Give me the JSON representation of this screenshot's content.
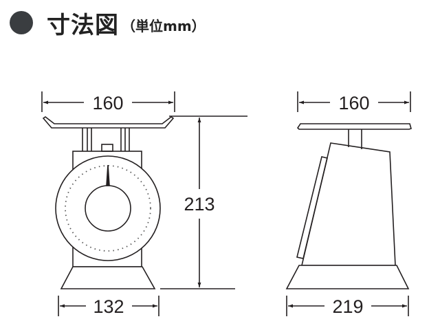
{
  "header": {
    "bullet_icon": "filled-circle-icon",
    "title": "寸法図",
    "unit_note": "（単位mm）"
  },
  "front_view": {
    "width_top": "160",
    "height": "213",
    "width_base": "132"
  },
  "side_view": {
    "width_top": "160",
    "depth_base": "219"
  },
  "colors": {
    "line": "#231f20",
    "bullet": "#3a3d40",
    "background": "#ffffff"
  }
}
